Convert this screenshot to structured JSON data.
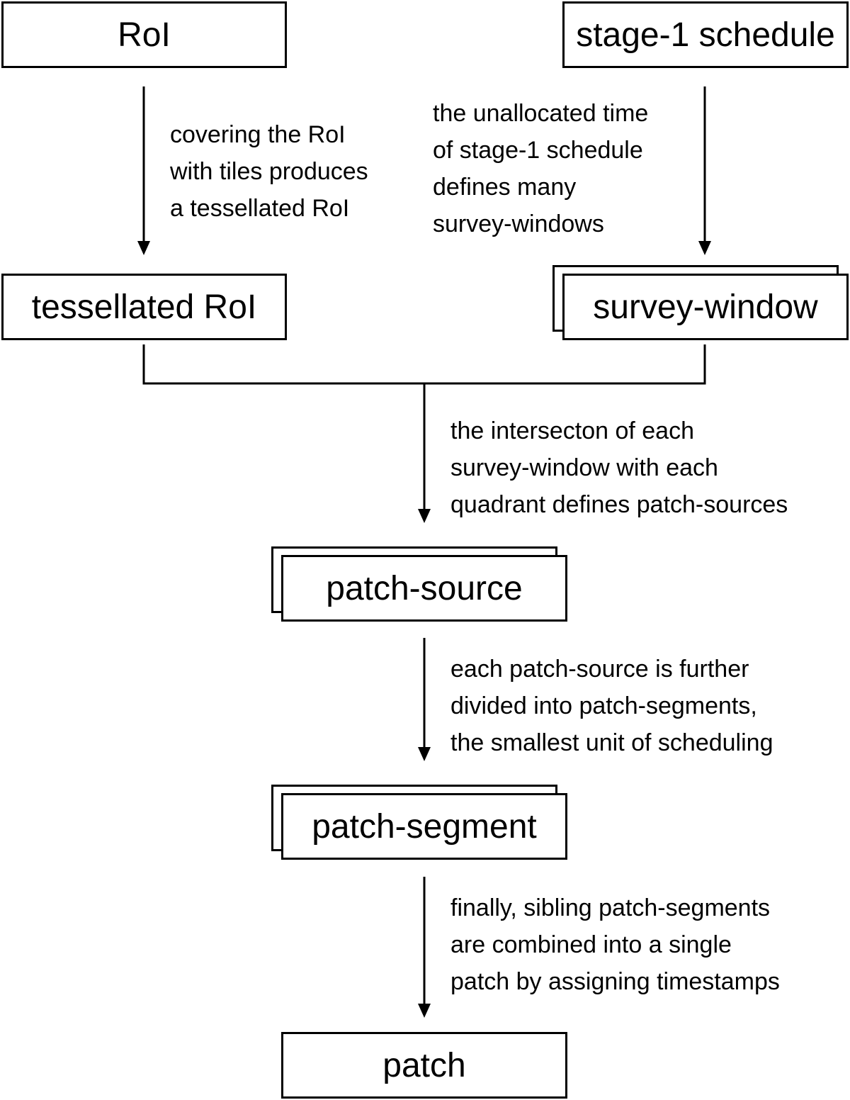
{
  "nodes": {
    "roi": "RoI",
    "stage1": "stage-1 schedule",
    "tessellated": "tessellated RoI",
    "survey_window": "survey-window",
    "patch_source": "patch-source",
    "patch_segment": "patch-segment",
    "patch": "patch"
  },
  "notes": {
    "roi_to_tess": [
      "covering the RoI",
      "with tiles produces",
      "a tessellated RoI"
    ],
    "stage1_to_survey": [
      "the unallocated time",
      "of stage-1 schedule",
      "defines many",
      "survey-windows"
    ],
    "to_patch_source": [
      "the intersecton of each",
      "survey-window with each",
      "quadrant defines patch-sources"
    ],
    "to_patch_segment": [
      "each patch-source is further",
      "divided into patch-segments,",
      "the smallest unit of scheduling"
    ],
    "to_patch": [
      "finally, sibling patch-segments",
      "are combined into a single",
      "patch by assigning timestamps"
    ]
  }
}
